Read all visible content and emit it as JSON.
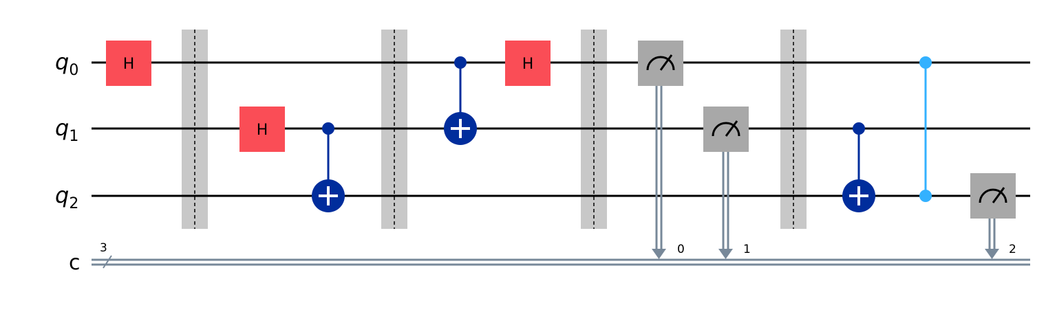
{
  "wires": {
    "q0": {
      "name": "q",
      "sub": "0"
    },
    "q1": {
      "name": "q",
      "sub": "1"
    },
    "q2": {
      "name": "q",
      "sub": "2"
    },
    "c": {
      "name": "c",
      "size": "3"
    }
  },
  "gates": {
    "h_q0_a": "H",
    "h_q1": "H",
    "h_q0_b": "H"
  },
  "measure_bits": [
    "0",
    "1",
    "2"
  ],
  "colors": {
    "wire": "#000000",
    "classical": "#778899",
    "hadamard": "#FA4D56",
    "cnot": "#002D9C",
    "cz": "#33B1FF",
    "barrier": "#BDBDBD",
    "measure": "#A8A8A8"
  }
}
